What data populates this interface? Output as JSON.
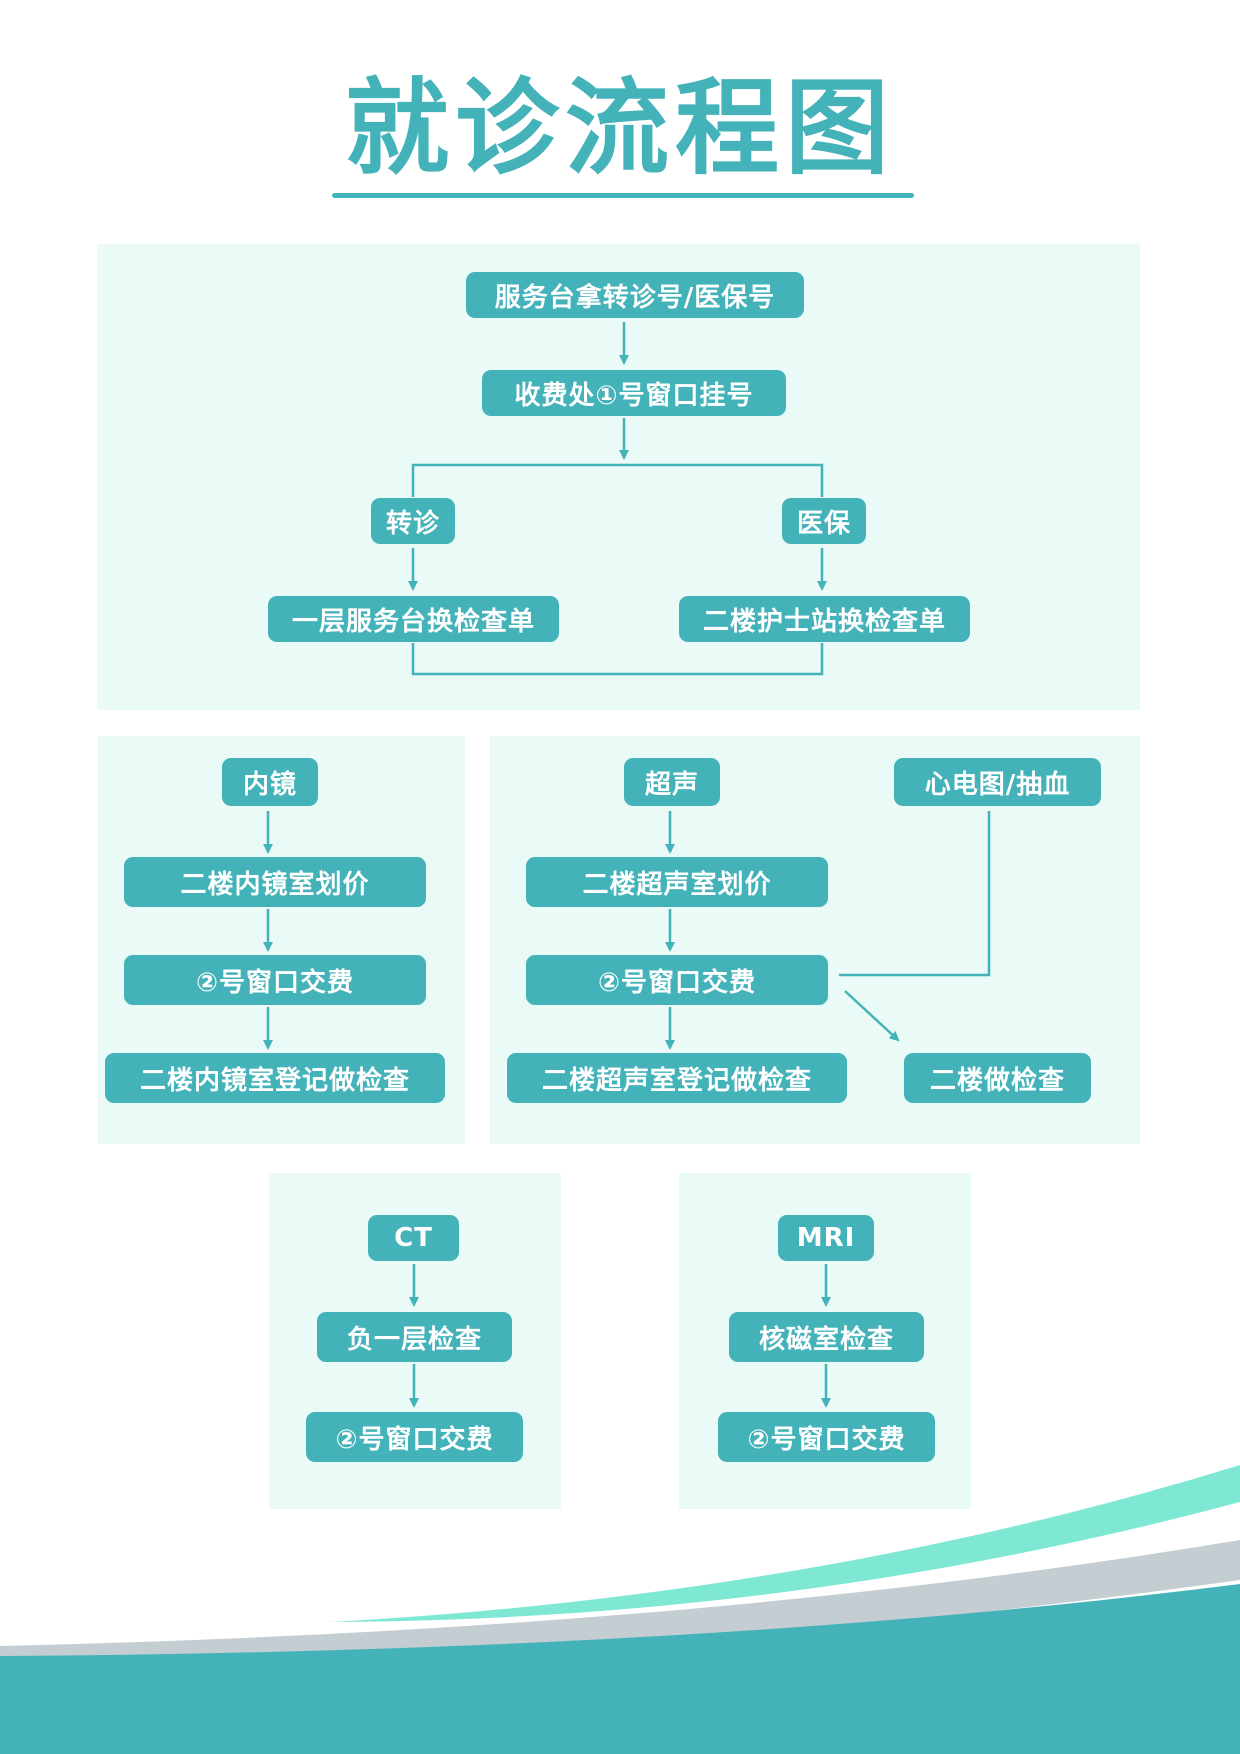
{
  "title": "就诊流程图",
  "colors": {
    "primary": "#43b3b9",
    "panel": "#eafaf7",
    "wave_accent": "#7ee8d5",
    "wave_gray": "#c4cdd1"
  },
  "registration": {
    "step_service_desk": "服务台拿转诊号/医保号",
    "step_cashier_window1": "收费处①号窗口挂号",
    "branch_referral": "转诊",
    "branch_insurance": "医保",
    "referral_exchange": "一层服务台换检查单",
    "insurance_exchange": "二楼护士站换检查单"
  },
  "endoscopy": {
    "title": "内镜",
    "pricing": "二楼内镜室划价",
    "payment": "②号窗口交费",
    "exam": "二楼内镜室登记做检查"
  },
  "ultrasound": {
    "title": "超声",
    "pricing": "二楼超声室划价",
    "payment": "②号窗口交费",
    "exam": "二楼超声室登记做检查"
  },
  "ecg": {
    "title": "心电图/抽血",
    "exam": "二楼做检查"
  },
  "ct": {
    "title": "CT",
    "exam": "负一层检查",
    "payment": "②号窗口交费"
  },
  "mri": {
    "title": "MRI",
    "exam": "核磁室检查",
    "payment": "②号窗口交费"
  }
}
